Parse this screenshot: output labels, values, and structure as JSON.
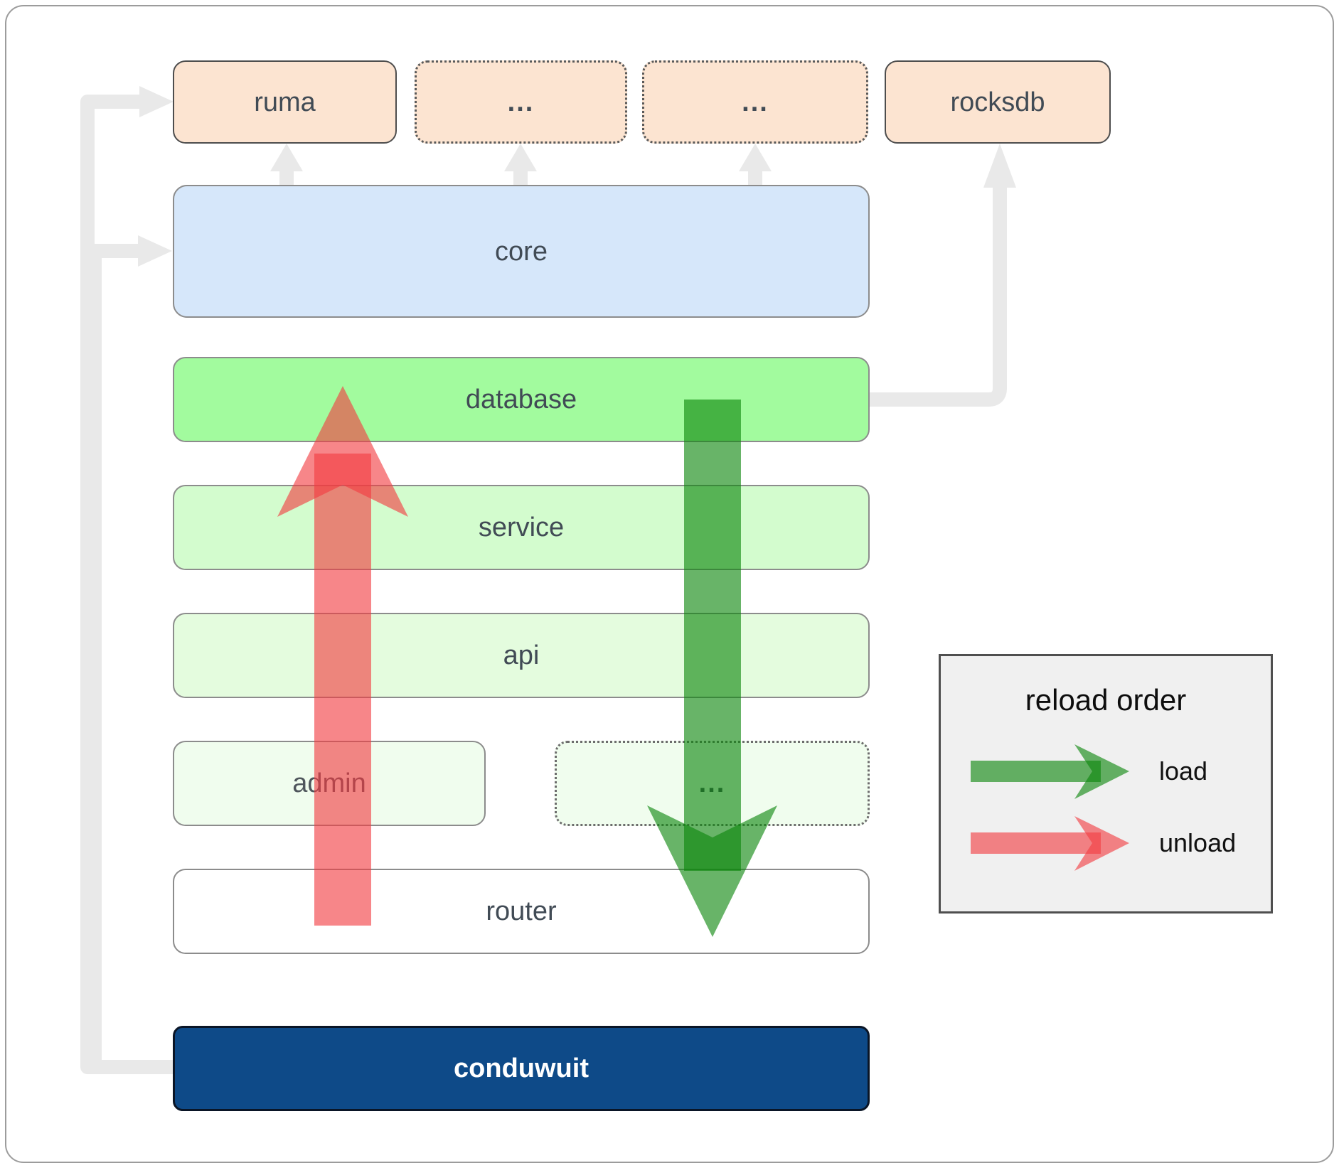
{
  "nodes": {
    "ruma": {
      "label": "ruma"
    },
    "ellipsis_top_1": {
      "label": "..."
    },
    "ellipsis_top_2": {
      "label": "..."
    },
    "rocksdb": {
      "label": "rocksdb"
    },
    "core": {
      "label": "core"
    },
    "database": {
      "label": "database"
    },
    "service": {
      "label": "service"
    },
    "api": {
      "label": "api"
    },
    "admin": {
      "label": "admin"
    },
    "ellipsis_admin": {
      "label": "..."
    },
    "router": {
      "label": "router"
    },
    "conduwuit": {
      "label": "conduwuit"
    }
  },
  "legend": {
    "title": "reload order",
    "load_label": "load",
    "unload_label": "unload"
  },
  "colors": {
    "peach_box": "#fce4d1",
    "core_box": "#d6e7fa",
    "database_box": "#a2fb9e",
    "service_box": "#d3fcce",
    "api_box": "#e4fcde",
    "admin_box": "#f0fdee",
    "router_box": "#ffffff",
    "conduwuit_box": "#0e4a88",
    "conduwuit_text": "#ffffff",
    "load_arrow_green": "#0c860c",
    "unload_arrow_red": "#f23c40",
    "connector_gray": "#e9e9e9",
    "legend_bg": "#f0f0f0",
    "label_text": "#414b55"
  }
}
